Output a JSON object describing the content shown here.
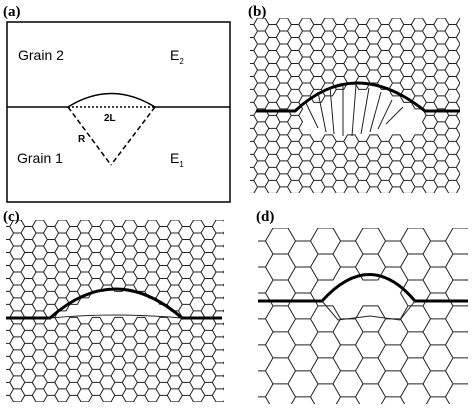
{
  "panels": {
    "a": {
      "label": "(a)",
      "grain_top": "Grain 2",
      "grain_bottom": "Grain 1",
      "energy_top": "E",
      "energy_top_sub": "2",
      "energy_bottom": "E",
      "energy_bottom_sub": "1",
      "length_label": "2L",
      "radius_label": "R"
    },
    "b": {
      "label": "(b)"
    },
    "c": {
      "label": "(c)"
    },
    "d": {
      "label": "(d)"
    }
  }
}
